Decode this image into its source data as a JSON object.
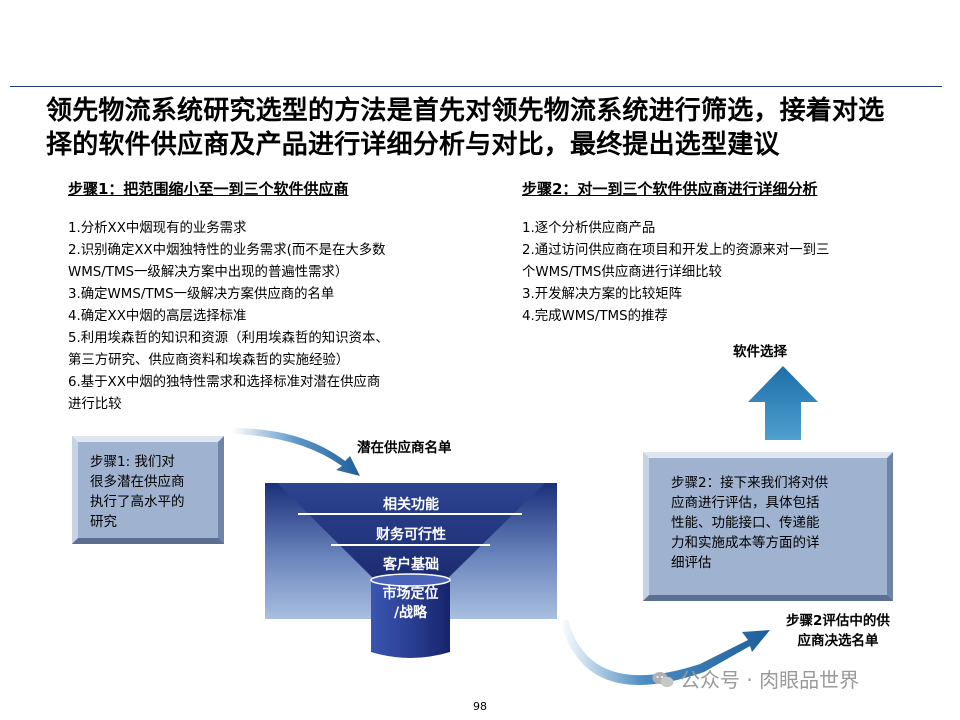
{
  "title": {
    "line1": "领先物流系统研究选型的方法是首先对领先物流系统进行筛选，接着对选",
    "line2": "择的软件供应商及产品进行详细分析与对比，最终提出选型建议"
  },
  "step1": {
    "heading": "步骤1：把范围缩小至一到三个软件供应商",
    "items": [
      "1.分析XX中烟现有的业务需求",
      "2.识别确定XX中烟独特性的业务需求(而不是在大多数",
      "WMS/TMS一级解决方案中出现的普遍性需求）",
      "3.确定WMS/TMS一级解决方案供应商的名单",
      "4.确定XX中烟的高层选择标准",
      "5.利用埃森哲的知识和资源（利用埃森哲的知识资本、",
      "第三方研究、供应商资料和埃森哲的实施经验）",
      "6.基于XX中烟的独特性需求和选择标准对潜在供应商",
      "进行比较"
    ]
  },
  "step2": {
    "heading": "步骤2：对一到三个软件供应商进行详细分析",
    "items": [
      "1.逐个分析供应商产品",
      "2.通过访问供应商在项目和开发上的资源来对一到三",
      "个WMS/TMS供应商进行详细比较",
      "3.开发解决方案的比较矩阵",
      "4.完成WMS/TMS的推荐"
    ]
  },
  "box_left": {
    "lines": [
      "步骤1:  我们对",
      "很多潜在供应商",
      "执行了高水平的",
      "研究"
    ]
  },
  "box_right": {
    "lines": [
      "步骤2：接下来我们将对供",
      "应商进行评估，具体包括",
      "性能、功能接口、传递能",
      "力和实施成本等方面的详",
      "细评估"
    ]
  },
  "funnel": {
    "top_label": "潜在供应商名单",
    "layers": [
      "相关功能",
      "财务可行性",
      "客户基础"
    ],
    "bottom": [
      "市场定位",
      "/战略"
    ]
  },
  "software_select": "软件选择",
  "final_list": [
    "步骤2评估中的供",
    "应商决选名单"
  ],
  "page_number": "98",
  "watermark": "公众号 · 肉眼品世界",
  "colors": {
    "box_fill": "#9fb2cf",
    "arrow_blue": "#1e6fa8",
    "funnel_dark": "#1a2f7a",
    "funnel_light": "#a8bfe0"
  }
}
